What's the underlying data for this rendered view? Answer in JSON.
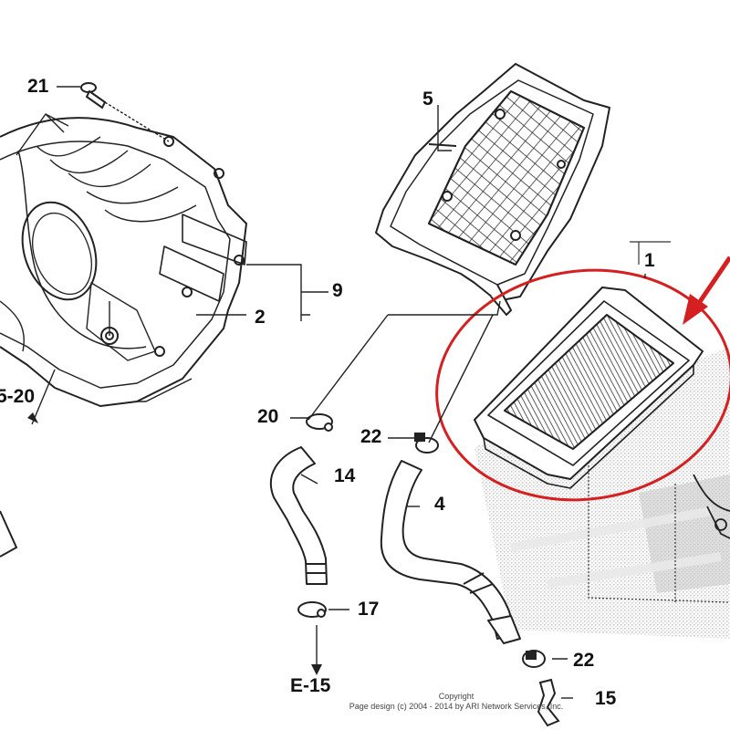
{
  "callouts": {
    "c1": "1",
    "c2": "2",
    "c4": "4",
    "c5": "5",
    "c9": "9",
    "c14": "14",
    "c15": "15",
    "c17": "17",
    "c20": "20",
    "c21": "21",
    "c22a": "22",
    "c22b": "22"
  },
  "references": {
    "left_ref": "5-20",
    "bottom_ref": "E-15"
  },
  "copyright": {
    "line1": "Copyright",
    "line2": "Page design (c) 2004 - 2014 by ARI Network Services, Inc."
  },
  "colors": {
    "line": "#222222",
    "highlight": "#d42020",
    "halftone": "#bfbfbf"
  }
}
